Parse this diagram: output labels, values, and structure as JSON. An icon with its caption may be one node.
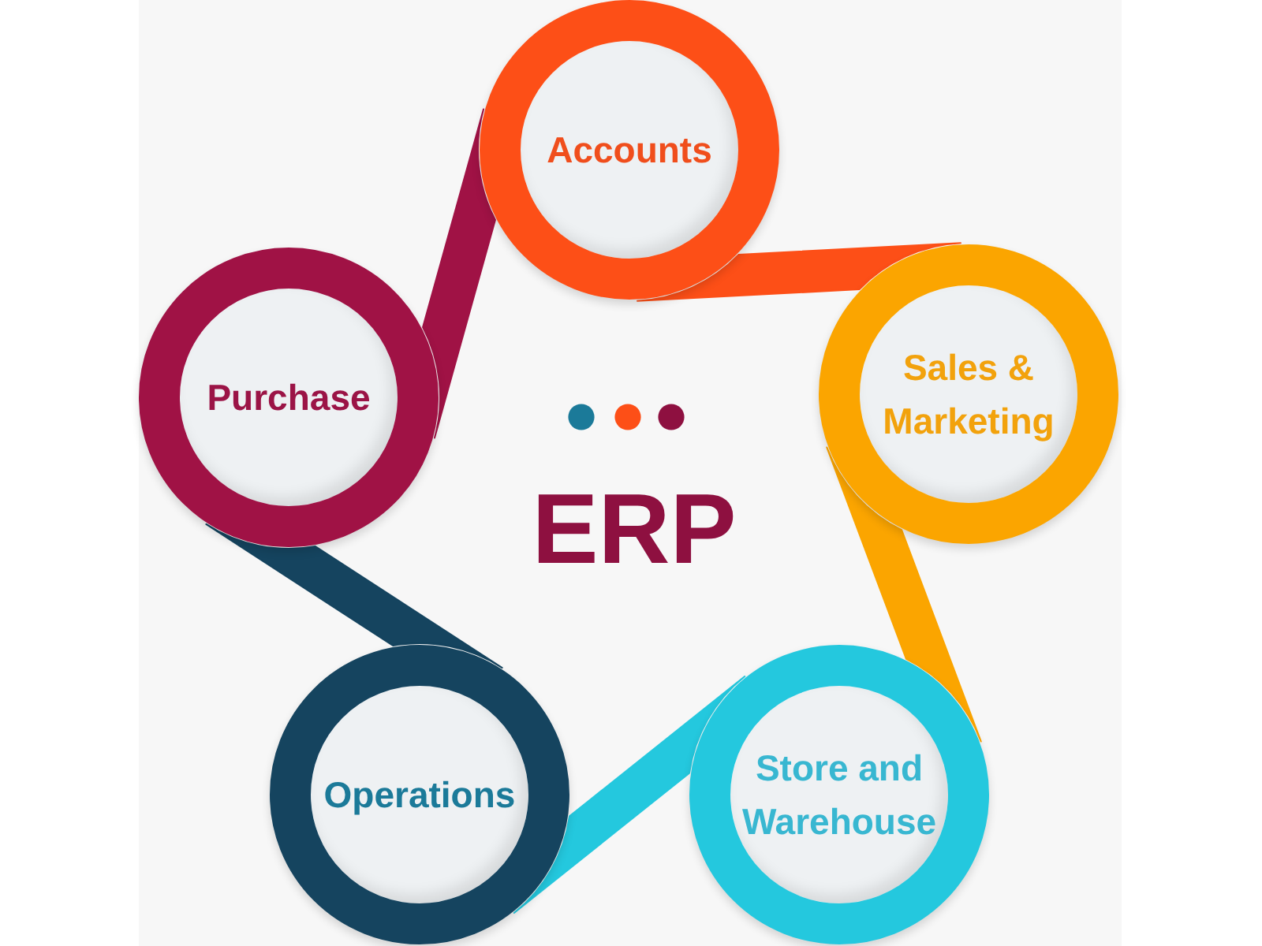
{
  "diagram": {
    "title": "ERP",
    "nodes": [
      {
        "text": [
          "Accounts"
        ]
      },
      {
        "text": [
          "Sales & Marketing"
        ]
      },
      {
        "text": [
          "Store and Warehouse"
        ]
      },
      {
        "text": [
          "Operations"
        ]
      },
      {
        "text": [
          "Purchase"
        ]
      }
    ],
    "edges": [
      {
        "from": 0,
        "to": 1,
        "arrow": "none",
        "color": "#fd4f17"
      },
      {
        "from": 1,
        "to": 2,
        "arrow": "none",
        "color": "#fba500"
      },
      {
        "from": 2,
        "to": 3,
        "arrow": "none",
        "color": "#24c8de"
      },
      {
        "from": 3,
        "to": 4,
        "arrow": "none",
        "color": "#15445f"
      },
      {
        "from": 4,
        "to": 0,
        "arrow": "none",
        "color": "#a01245"
      }
    ]
  }
}
